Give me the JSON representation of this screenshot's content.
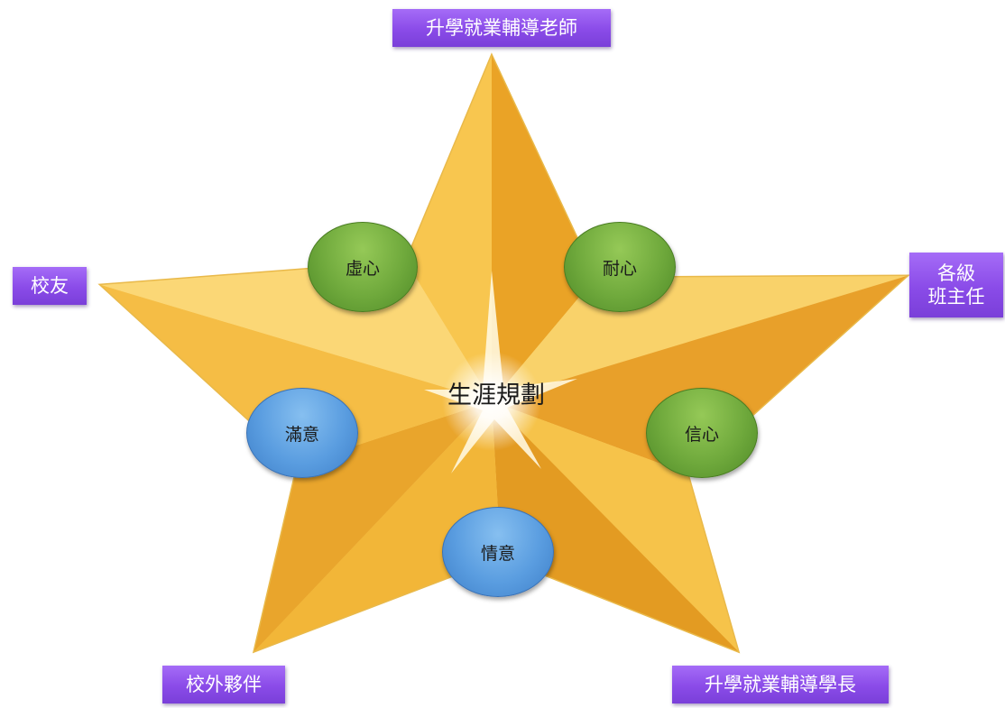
{
  "center": {
    "title": "生涯規劃"
  },
  "roles": {
    "top": "升學就業輔導老師",
    "left": "校友",
    "right_line1": "各級",
    "right_line2": "班主任",
    "bottom_left": "校外夥伴",
    "bottom_right": "升學就業輔導學長"
  },
  "values": {
    "humility": "虛心",
    "patience": "耐心",
    "confidence": "信心",
    "satisfaction": "滿意",
    "affection": "情意"
  },
  "colors": {
    "role_tag": "#8a4be8",
    "value_green": "#6fa93c",
    "value_blue": "#5a9de0",
    "star_light": "#f9cf5a",
    "star_dark": "#e39f1c"
  }
}
